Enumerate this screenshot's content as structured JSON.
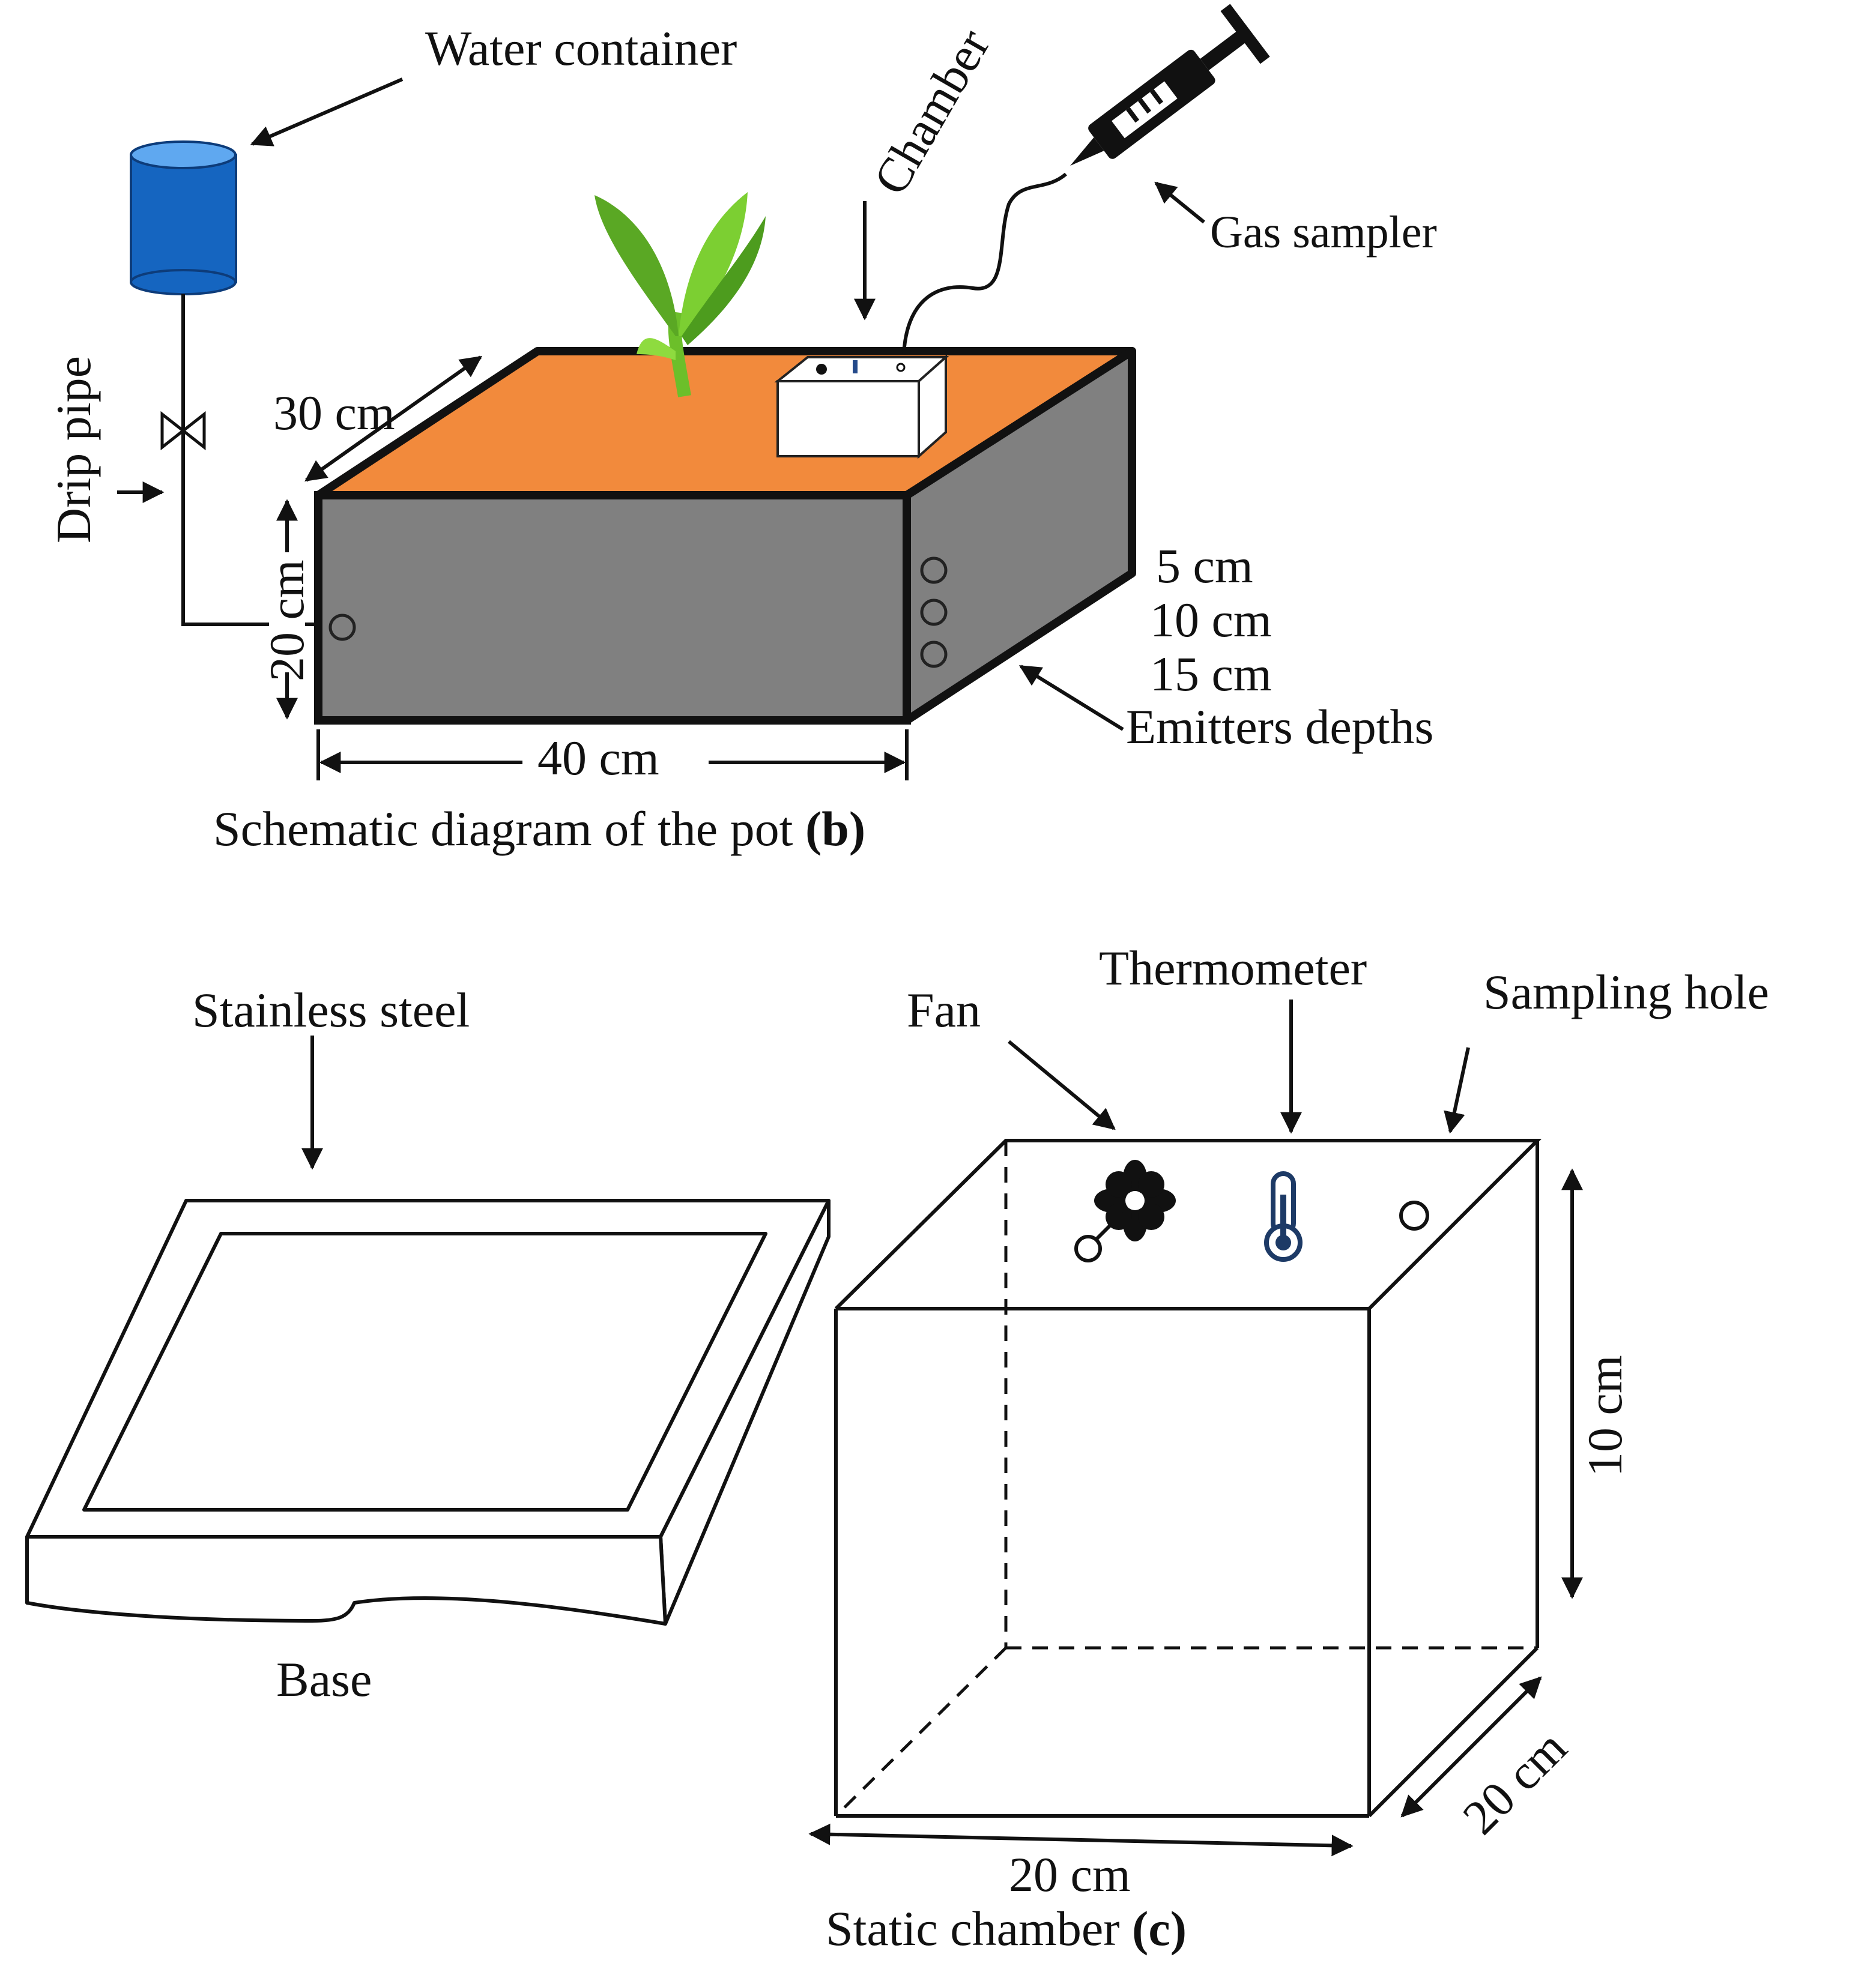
{
  "panel_b": {
    "water_container": "Water container",
    "chamber": "Chamber",
    "gas_sampler": "Gas sampler",
    "drip_pipe": "Drip pipe",
    "width_label": "30 cm",
    "height_label": "20 cm",
    "length_label": "40 cm",
    "depth_5": "5 cm",
    "depth_10": "10 cm",
    "depth_15": "15 cm",
    "emitters": "Emitters depths",
    "caption_text": "Schematic diagram of the pot ",
    "caption_letter": "(b)"
  },
  "panel_c": {
    "stainless": "Stainless steel",
    "base": "Base",
    "fan": "Fan",
    "thermometer": "Thermometer",
    "sampling_hole": "Sampling hole",
    "height_label": "10 cm",
    "depth_label": "20 cm",
    "width_label": "20 cm",
    "caption_text": "Static chamber ",
    "caption_letter": "(c)"
  },
  "colors": {
    "soil": "#f28a3c",
    "pot_side": "#808080",
    "container": "#1565c0",
    "plant": "#6cbf2a"
  }
}
